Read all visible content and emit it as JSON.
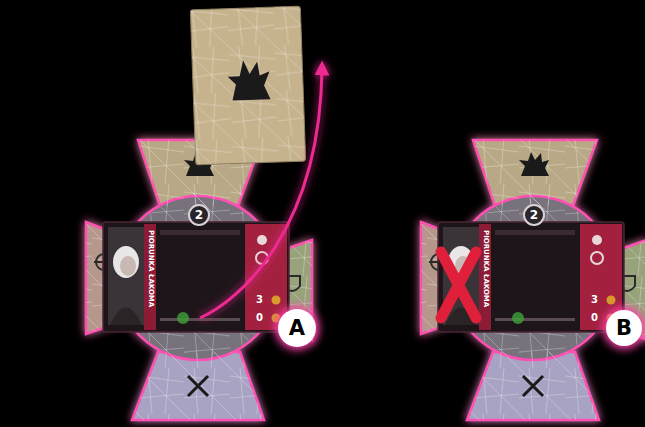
{
  "diagram": {
    "nodes": [
      {
        "text": [
          "2"
        ]
      },
      {
        "text": [
          "PIORUNKA ŁAKOMA",
          "3",
          "0"
        ]
      },
      {
        "text": [
          "A"
        ]
      },
      {
        "text": [
          "2"
        ]
      },
      {
        "text": [
          "PIORUNKA ŁAKOMA",
          "3",
          "0"
        ]
      },
      {
        "text": [
          "B"
        ]
      }
    ]
  }
}
